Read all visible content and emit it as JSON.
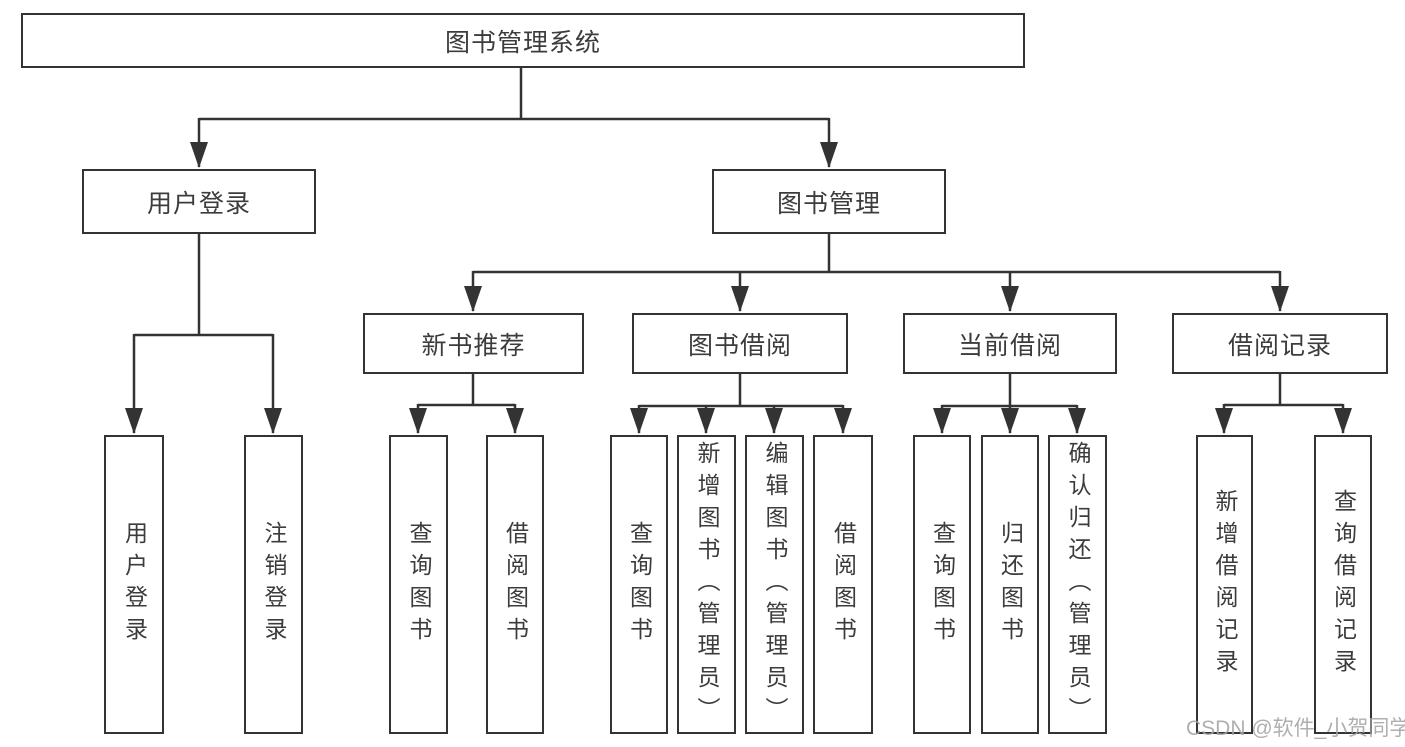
{
  "diagram": {
    "root": {
      "label": "图书管理系统"
    },
    "level2": [
      {
        "label": "用户登录"
      },
      {
        "label": "图书管理"
      }
    ],
    "level3": [
      {
        "label": "新书推荐"
      },
      {
        "label": "图书借阅"
      },
      {
        "label": "当前借阅"
      },
      {
        "label": "借阅记录"
      }
    ],
    "leaves": {
      "user_login": [
        "用户登录",
        "注销登录"
      ],
      "new_book_recommend": [
        "查询图书",
        "借阅图书"
      ],
      "book_borrow": [
        "查询图书",
        "新增图书（管理员）",
        "编辑图书（管理员）",
        "借阅图书"
      ],
      "current_borrow": [
        "查询图书",
        "归还图书",
        "确认归还（管理员）"
      ],
      "borrow_record": [
        "新增借阅记录",
        "查询借阅记录"
      ]
    }
  },
  "watermark": {
    "text": "CSDN @软件_小贺同学"
  },
  "colors": {
    "line": "#333333",
    "box_border": "#333333",
    "text": "#3c3c3c",
    "watermark": "#a5a5a5",
    "background": "#ffffff"
  }
}
